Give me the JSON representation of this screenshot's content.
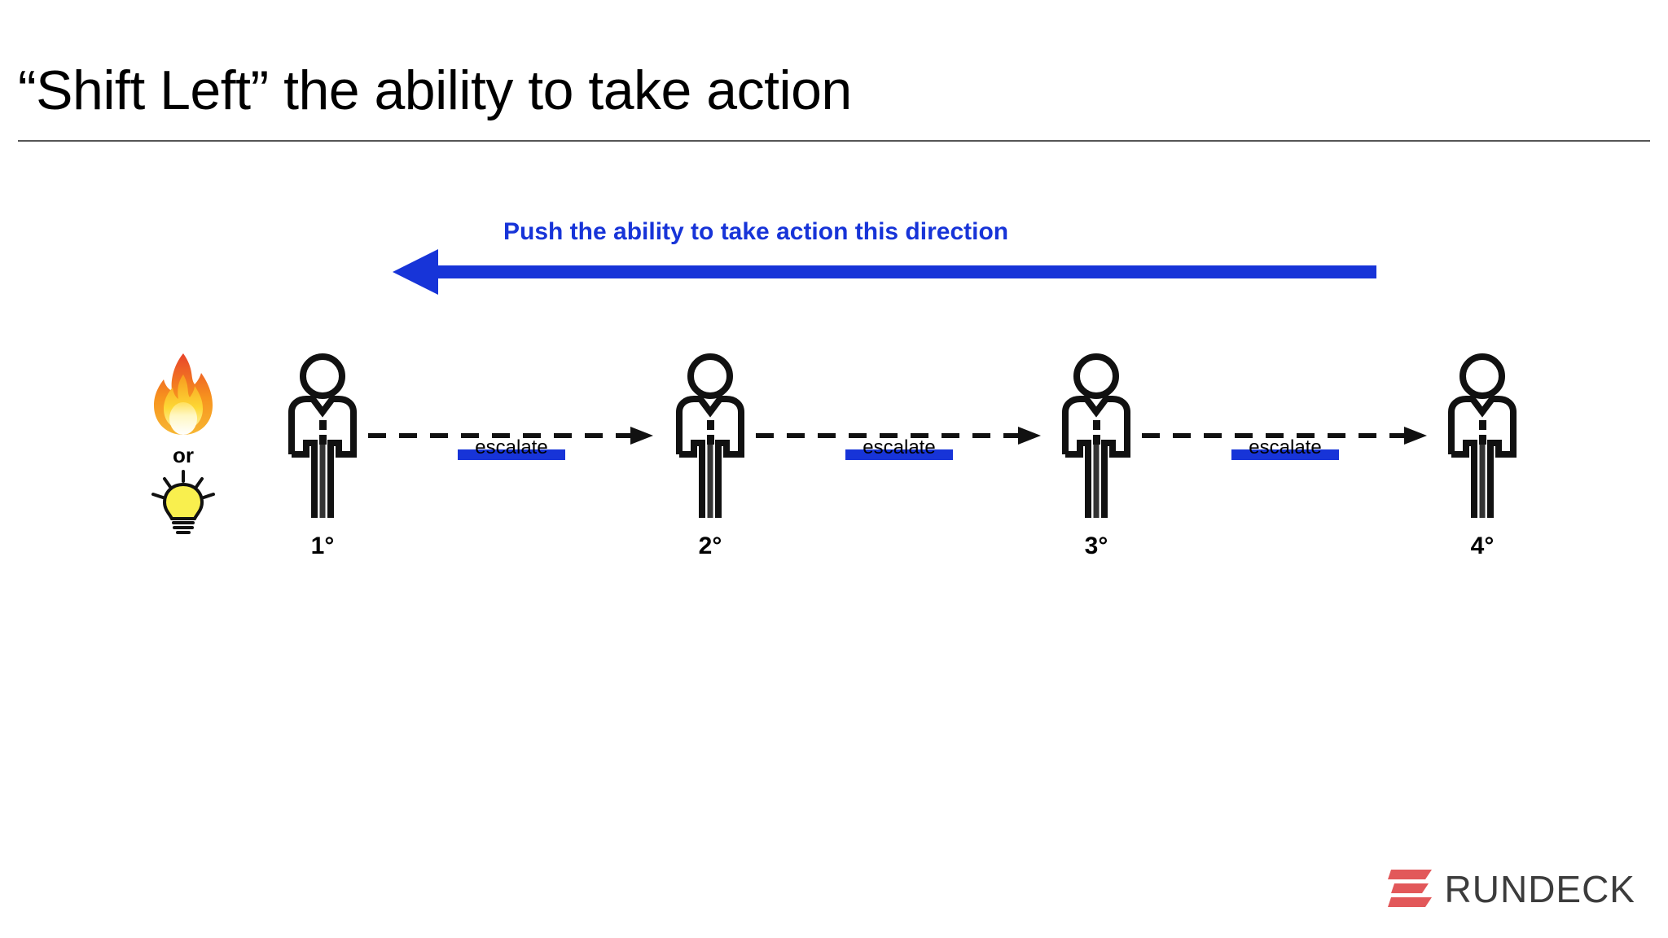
{
  "slide": {
    "title": "“Shift Left” the ability to take action",
    "background_color": "#ffffff"
  },
  "banner": {
    "label": "Push the ability to take action this direction",
    "arrow_direction": "left",
    "accent_color": "#1734d8"
  },
  "trigger": {
    "fire_icon": "fire-icon",
    "or_label": "or",
    "bulb_icon": "lightbulb-icon"
  },
  "flow": {
    "nodes": [
      {
        "degree": "1°",
        "icon": "person-icon"
      },
      {
        "degree": "2°",
        "icon": "person-icon"
      },
      {
        "degree": "3°",
        "icon": "person-icon"
      },
      {
        "degree": "4°",
        "icon": "person-icon"
      }
    ],
    "connectors": [
      {
        "label": "escalate"
      },
      {
        "label": "escalate"
      },
      {
        "label": "escalate"
      }
    ],
    "connector_style": "dashed-arrow",
    "highlight_color": "#1734d8"
  },
  "logo": {
    "name": "RUNDECK",
    "mark_color": "#e2585a",
    "text_color": "#3c3c3c"
  }
}
